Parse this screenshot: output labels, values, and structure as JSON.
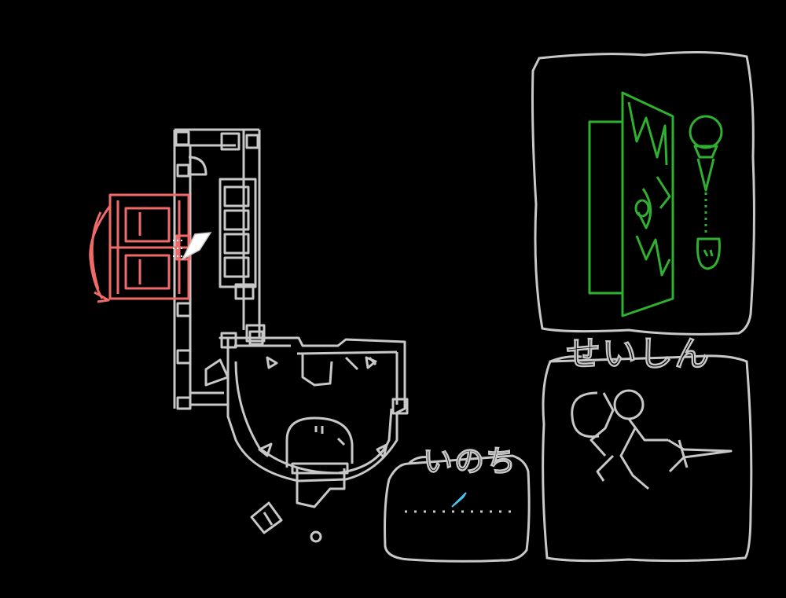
{
  "hud": {
    "spirit_label": "せいしん",
    "life_label": "いのち",
    "life_level": 0.5
  },
  "colors": {
    "background": "#000000",
    "line": "#c8c8c8",
    "current_room": "#f06a6a",
    "item": "#2fb02f",
    "cursor": "#45c8f0"
  },
  "icons": {
    "map": "dungeon-map-icon",
    "player": "player-marker-icon",
    "item": "door-and-key-icon",
    "weapon": "warrior-sword-icon"
  }
}
